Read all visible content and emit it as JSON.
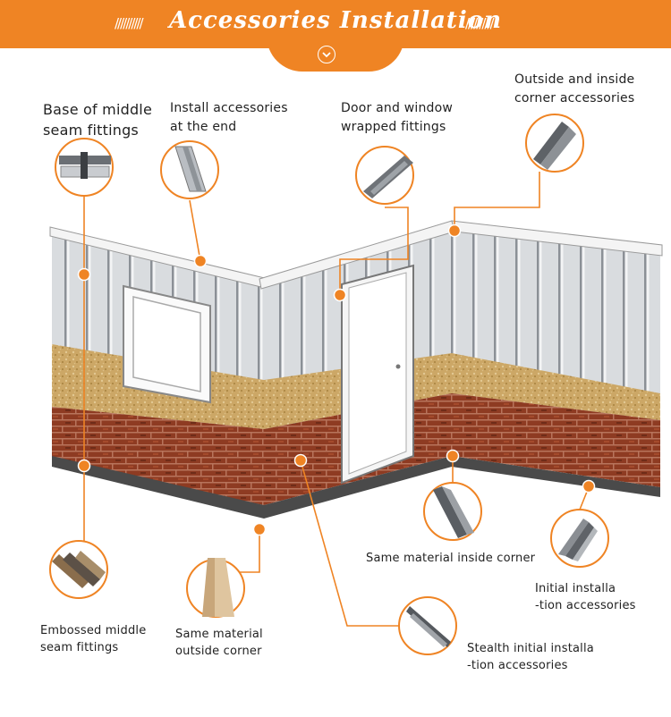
{
  "header": {
    "title": "Accessories Installation",
    "left_slashes": "//////////",
    "right_slashes": "//////////"
  },
  "colors": {
    "accent": "#ef8424",
    "siding": "#d9dcdf",
    "stone": "#c9a364",
    "brick": "#8e3b22",
    "trim": "#5c5c5c"
  },
  "labels": {
    "base_middle_seam": "Base of middle\nseam fittings",
    "install_at_end": "Install accessories\nat the end",
    "door_window": "Door and window\nwrapped fittings",
    "corner": "Outside and inside\ncorner accessories",
    "embossed": "Embossed middle\nseam fittings",
    "outside_corner": "Same material\noutside corner",
    "inside_corner": "Same material inside corner",
    "stealth": "Stealth initial installa\n-tion accessories",
    "initial": "Initial installa\n-tion accessories"
  },
  "icons": {
    "chevron": "chevron-down-icon",
    "base_seam": "seam-fitting-icon",
    "end": "end-trim-icon",
    "door": "door-trim-icon",
    "corner": "corner-trim-icon",
    "embossed": "embossed-seam-icon",
    "outside": "outside-corner-icon",
    "inside": "inside-corner-icon",
    "stealth": "stealth-strip-icon",
    "initial": "starter-strip-icon"
  }
}
